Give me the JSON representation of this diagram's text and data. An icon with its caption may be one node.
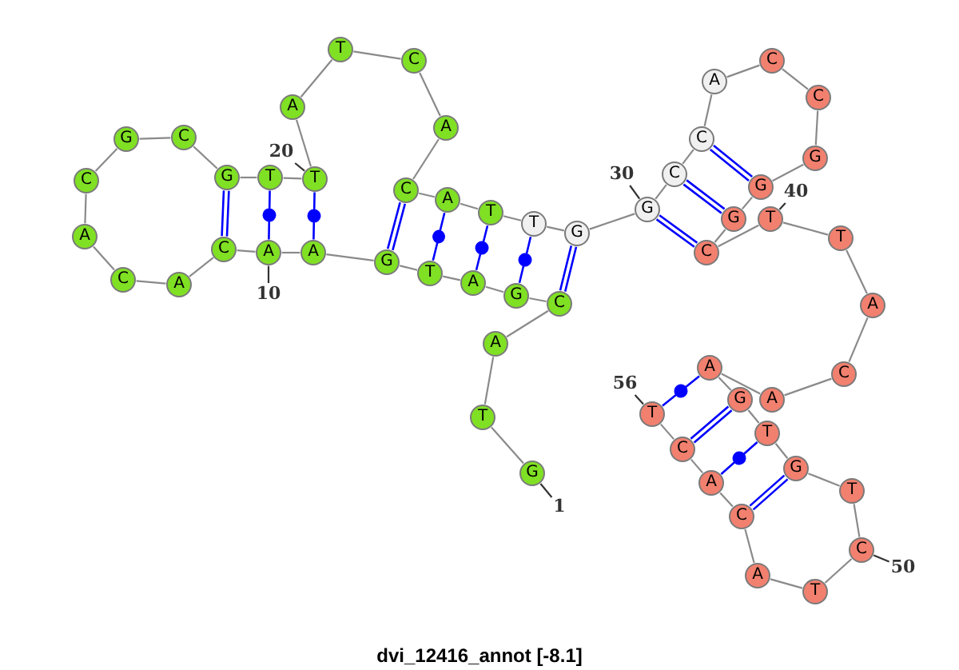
{
  "diagram": {
    "caption": "dvi_12416_annot [-8.1]",
    "nodes": [
      {
        "text": [
          "G"
        ]
      },
      {
        "text": [
          "T"
        ]
      },
      {
        "text": [
          "A"
        ]
      },
      {
        "text": [
          "C"
        ]
      },
      {
        "text": [
          "G"
        ]
      },
      {
        "text": [
          "A"
        ]
      },
      {
        "text": [
          "T"
        ]
      },
      {
        "text": [
          "G"
        ]
      },
      {
        "text": [
          "A"
        ]
      },
      {
        "text": [
          "A"
        ]
      },
      {
        "text": [
          "C"
        ]
      },
      {
        "text": [
          "A"
        ]
      },
      {
        "text": [
          "C"
        ]
      },
      {
        "text": [
          "A"
        ]
      },
      {
        "text": [
          "C"
        ]
      },
      {
        "text": [
          "G"
        ]
      },
      {
        "text": [
          "C"
        ]
      },
      {
        "text": [
          "G"
        ]
      },
      {
        "text": [
          "T"
        ]
      },
      {
        "text": [
          "T"
        ]
      },
      {
        "text": [
          "A"
        ]
      },
      {
        "text": [
          "T"
        ]
      },
      {
        "text": [
          "C"
        ]
      },
      {
        "text": [
          "A"
        ]
      },
      {
        "text": [
          "C"
        ]
      },
      {
        "text": [
          "A"
        ]
      },
      {
        "text": [
          "T"
        ]
      },
      {
        "text": [
          "T"
        ]
      },
      {
        "text": [
          "G"
        ]
      },
      {
        "text": [
          "G"
        ]
      },
      {
        "text": [
          "C"
        ]
      },
      {
        "text": [
          "C"
        ]
      },
      {
        "text": [
          "A"
        ]
      },
      {
        "text": [
          "C"
        ]
      },
      {
        "text": [
          "C"
        ]
      },
      {
        "text": [
          "G"
        ]
      },
      {
        "text": [
          "G"
        ]
      },
      {
        "text": [
          "G"
        ]
      },
      {
        "text": [
          "C"
        ]
      },
      {
        "text": [
          "T"
        ]
      },
      {
        "text": [
          "T"
        ]
      },
      {
        "text": [
          "A"
        ]
      },
      {
        "text": [
          "C"
        ]
      },
      {
        "text": [
          "A"
        ]
      },
      {
        "text": [
          "A"
        ]
      },
      {
        "text": [
          "G"
        ]
      },
      {
        "text": [
          "T"
        ]
      },
      {
        "text": [
          "G"
        ]
      },
      {
        "text": [
          "T"
        ]
      },
      {
        "text": [
          "C"
        ]
      },
      {
        "text": [
          "T"
        ]
      },
      {
        "text": [
          "A"
        ]
      },
      {
        "text": [
          "C"
        ]
      },
      {
        "text": [
          "A"
        ]
      },
      {
        "text": [
          "C"
        ]
      },
      {
        "text": [
          "T"
        ]
      },
      {
        "text": [
          "1"
        ]
      },
      {
        "text": [
          "10"
        ]
      },
      {
        "text": [
          "20"
        ]
      },
      {
        "text": [
          "30"
        ]
      },
      {
        "text": [
          "40"
        ]
      },
      {
        "text": [
          "50"
        ]
      },
      {
        "text": [
          "56"
        ]
      }
    ],
    "edges": [
      {
        "from": 0,
        "to": 1,
        "arrow": "none"
      },
      {
        "from": 1,
        "to": 2,
        "arrow": "none"
      },
      {
        "from": 2,
        "to": 3,
        "arrow": "none"
      },
      {
        "from": 3,
        "to": 4,
        "arrow": "none"
      },
      {
        "from": 4,
        "to": 5,
        "arrow": "none"
      },
      {
        "from": 5,
        "to": 6,
        "arrow": "none"
      },
      {
        "from": 6,
        "to": 7,
        "arrow": "none"
      },
      {
        "from": 7,
        "to": 8,
        "arrow": "none"
      },
      {
        "from": 8,
        "to": 9,
        "arrow": "none"
      },
      {
        "from": 9,
        "to": 10,
        "arrow": "none"
      },
      {
        "from": 10,
        "to": 11,
        "arrow": "none"
      },
      {
        "from": 11,
        "to": 12,
        "arrow": "none"
      },
      {
        "from": 12,
        "to": 13,
        "arrow": "none"
      },
      {
        "from": 13,
        "to": 14,
        "arrow": "none"
      },
      {
        "from": 14,
        "to": 15,
        "arrow": "none"
      },
      {
        "from": 15,
        "to": 16,
        "arrow": "none"
      },
      {
        "from": 16,
        "to": 17,
        "arrow": "none"
      },
      {
        "from": 17,
        "to": 18,
        "arrow": "none"
      },
      {
        "from": 18,
        "to": 19,
        "arrow": "none"
      },
      {
        "from": 19,
        "to": 20,
        "arrow": "none"
      },
      {
        "from": 20,
        "to": 21,
        "arrow": "none"
      },
      {
        "from": 21,
        "to": 22,
        "arrow": "none"
      },
      {
        "from": 22,
        "to": 23,
        "arrow": "none"
      },
      {
        "from": 23,
        "to": 24,
        "arrow": "none"
      },
      {
        "from": 24,
        "to": 25,
        "arrow": "none"
      },
      {
        "from": 25,
        "to": 26,
        "arrow": "none"
      },
      {
        "from": 26,
        "to": 27,
        "arrow": "none"
      },
      {
        "from": 27,
        "to": 28,
        "arrow": "none"
      },
      {
        "from": 28,
        "to": 29,
        "arrow": "none"
      },
      {
        "from": 29,
        "to": 30,
        "arrow": "none"
      },
      {
        "from": 30,
        "to": 31,
        "arrow": "none"
      },
      {
        "from": 31,
        "to": 32,
        "arrow": "none"
      },
      {
        "from": 32,
        "to": 33,
        "arrow": "none"
      },
      {
        "from": 33,
        "to": 34,
        "arrow": "none"
      },
      {
        "from": 34,
        "to": 35,
        "arrow": "none"
      },
      {
        "from": 35,
        "to": 36,
        "arrow": "none"
      },
      {
        "from": 36,
        "to": 37,
        "arrow": "none"
      },
      {
        "from": 37,
        "to": 38,
        "arrow": "none"
      },
      {
        "from": 38,
        "to": 39,
        "arrow": "none"
      },
      {
        "from": 39,
        "to": 40,
        "arrow": "none"
      },
      {
        "from": 40,
        "to": 41,
        "arrow": "none"
      },
      {
        "from": 41,
        "to": 42,
        "arrow": "none"
      },
      {
        "from": 42,
        "to": 43,
        "arrow": "none"
      },
      {
        "from": 43,
        "to": 44,
        "arrow": "none"
      },
      {
        "from": 44,
        "to": 45,
        "arrow": "none"
      },
      {
        "from": 45,
        "to": 46,
        "arrow": "none"
      },
      {
        "from": 46,
        "to": 47,
        "arrow": "none"
      },
      {
        "from": 47,
        "to": 48,
        "arrow": "none"
      },
      {
        "from": 48,
        "to": 49,
        "arrow": "none"
      },
      {
        "from": 49,
        "to": 50,
        "arrow": "none"
      },
      {
        "from": 50,
        "to": 51,
        "arrow": "none"
      },
      {
        "from": 51,
        "to": 52,
        "arrow": "none"
      },
      {
        "from": 52,
        "to": 53,
        "arrow": "none"
      },
      {
        "from": 53,
        "to": 54,
        "arrow": "none"
      },
      {
        "from": 54,
        "to": 55,
        "arrow": "none"
      },
      {
        "from": 3,
        "to": 28,
        "arrow": "none",
        "color": "#0000ff"
      },
      {
        "from": 4,
        "to": 27,
        "arrow": "none",
        "color": "#0000ff"
      },
      {
        "from": 5,
        "to": 26,
        "arrow": "none",
        "color": "#0000ff"
      },
      {
        "from": 6,
        "to": 25,
        "arrow": "none",
        "color": "#0000ff"
      },
      {
        "from": 7,
        "to": 24,
        "arrow": "none",
        "color": "#0000ff"
      },
      {
        "from": 8,
        "to": 19,
        "arrow": "none",
        "color": "#0000ff"
      },
      {
        "from": 9,
        "to": 18,
        "arrow": "none",
        "color": "#0000ff"
      },
      {
        "from": 10,
        "to": 17,
        "arrow": "none",
        "color": "#0000ff"
      },
      {
        "from": 29,
        "to": 38,
        "arrow": "none",
        "color": "#0000ff"
      },
      {
        "from": 30,
        "to": 37,
        "arrow": "none",
        "color": "#0000ff"
      },
      {
        "from": 31,
        "to": 36,
        "arrow": "none",
        "color": "#0000ff"
      },
      {
        "from": 44,
        "to": 55,
        "arrow": "none",
        "color": "#0000ff"
      },
      {
        "from": 45,
        "to": 54,
        "arrow": "none",
        "color": "#0000ff"
      },
      {
        "from": 46,
        "to": 53,
        "arrow": "none",
        "color": "#0000ff"
      },
      {
        "from": 47,
        "to": 52,
        "arrow": "none",
        "color": "#0000ff"
      },
      {
        "from": 56,
        "to": 0,
        "arrow": "none",
        "color": "#333333"
      },
      {
        "from": 57,
        "to": 9,
        "arrow": "none",
        "color": "#333333"
      },
      {
        "from": 58,
        "to": 19,
        "arrow": "none",
        "color": "#333333"
      },
      {
        "from": 59,
        "to": 29,
        "arrow": "none",
        "color": "#333333"
      },
      {
        "from": 60,
        "to": 39,
        "arrow": "none",
        "color": "#333333"
      },
      {
        "from": 61,
        "to": 49,
        "arrow": "none",
        "color": "#333333"
      },
      {
        "from": 62,
        "to": 55,
        "arrow": "none",
        "color": "#333333"
      }
    ]
  }
}
